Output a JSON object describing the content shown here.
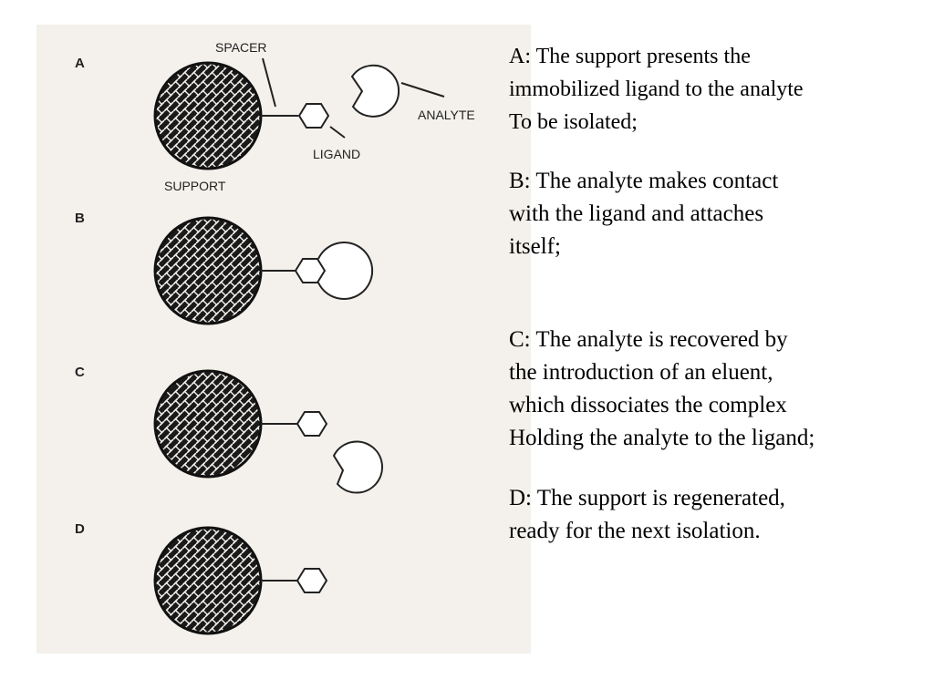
{
  "diagram": {
    "panels": [
      {
        "letter": "A"
      },
      {
        "letter": "B"
      },
      {
        "letter": "C"
      },
      {
        "letter": "D"
      }
    ],
    "labels": {
      "spacer": "SPACER",
      "analyte": "ANALYTE",
      "ligand": "LIGAND",
      "support": "SUPPORT"
    }
  },
  "caption": {
    "a": [
      "A: The support presents the",
      "immobilized ligand to the analyte",
      "To be isolated;"
    ],
    "b": [
      "B: The analyte makes contact",
      "with the ligand and attaches",
      "itself;"
    ],
    "c": [
      "C: The analyte is recovered by",
      "the introduction of an eluent,",
      "which dissociates the complex",
      "Holding the analyte to the ligand;"
    ],
    "d": [
      "D: The support is regenerated,",
      "ready for the next isolation."
    ]
  }
}
